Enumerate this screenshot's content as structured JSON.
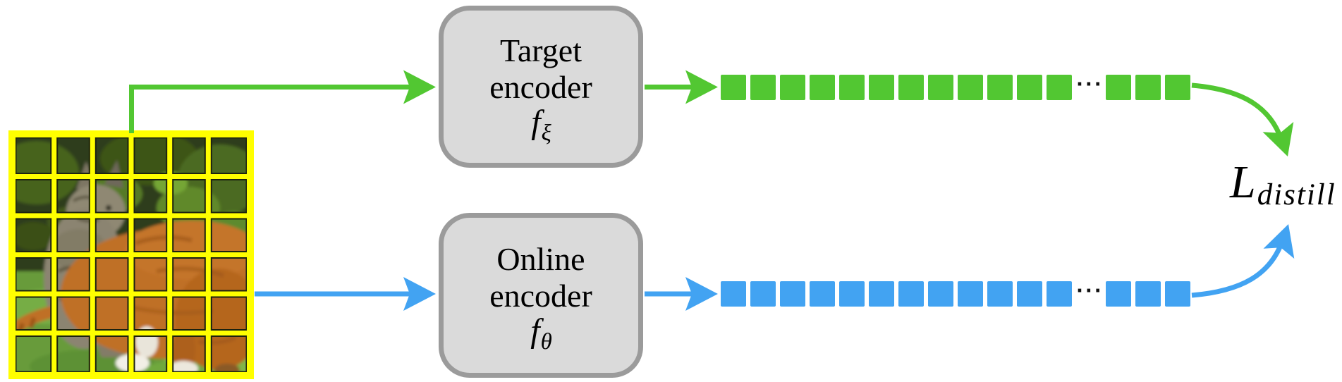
{
  "diagram": {
    "target_encoder": {
      "line1": "Target",
      "line2": "encoder",
      "symbol": "f",
      "subscript": "ξ"
    },
    "online_encoder": {
      "line1": "Online",
      "line2": "encoder",
      "symbol": "f",
      "subscript": "θ"
    },
    "loss": {
      "symbol": "L",
      "subscript": "distill"
    },
    "ellipsis": "···"
  },
  "tokens": {
    "main_count": 12,
    "tail_count": 3
  },
  "input_image": {
    "content": "two cats on grass",
    "grid_rows": 6,
    "grid_cols": 6
  },
  "colors": {
    "green": "#52c732",
    "blue": "#42a3f2",
    "yellow": "#ffff00",
    "box-fill": "#dadada",
    "box-border": "#9b9b9b"
  }
}
